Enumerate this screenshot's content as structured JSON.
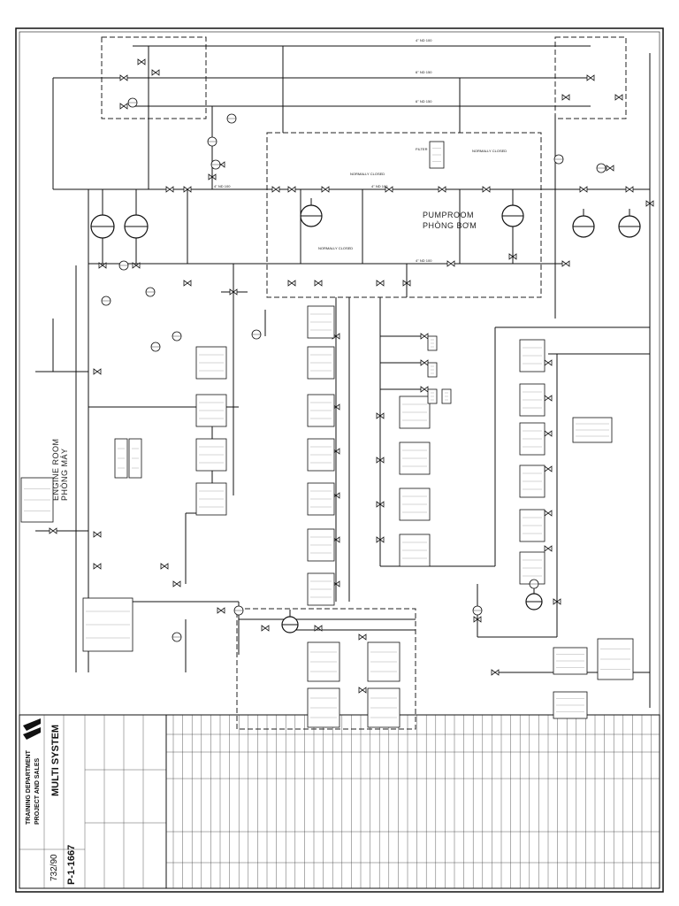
{
  "title_block": {
    "system_name": "MULTI SYSTEM",
    "company_line1": "TRAINING DEPARTMENT",
    "company_line2": "PROJECT AND SALES",
    "drawing_no": "P-1-1667",
    "sheet_code": "732/90"
  },
  "rooms": {
    "pumproom_en": "PUMPROOM",
    "pumproom_vn": "PHÒNG BƠM",
    "engine_en": "ENGINE ROOM",
    "engine_vn": "PHÒNG MÁY"
  },
  "notes": {
    "filter": "FILTER",
    "normally_closed_1": "NORMALLY CLOSED",
    "normally_closed_2": "NORMALLY CLOSED",
    "normally_closed_3": "NORMALLY CLOSED"
  },
  "pipes": {
    "p1": "4'' ND 100",
    "p2": "6'' ND 150",
    "p3": "6'' ND 150",
    "p4": "4'' ND 100",
    "p5": "4'' ND 100",
    "p6": "4'' ND 100"
  },
  "colors": {
    "line": "#111111",
    "paper": "#ffffff"
  }
}
